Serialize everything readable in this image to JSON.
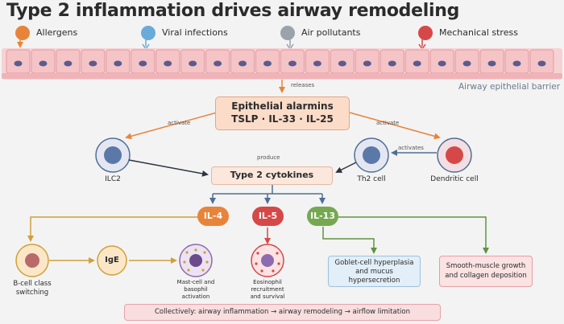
{
  "title": "Type 2 inflammation drives airway remodeling",
  "triggers": [
    {
      "label": "Allergens",
      "color": "#e8843a"
    },
    {
      "label": "Viral infections",
      "color": "#6aaad9"
    },
    {
      "label": "Air pollutants",
      "color": "#9aa3ab"
    },
    {
      "label": "Mechanical stress",
      "color": "#d64848"
    }
  ],
  "barrier": {
    "caption": "Airway epithelial barrier",
    "cell_color": "#f5c4c6",
    "nucleus_color": "#5b5b8f"
  },
  "alarmins": {
    "release_label": "releases",
    "title": "Epithelial alarmins",
    "items": "TSLP · IL-33 · IL-25",
    "activate_left": "activate",
    "activate_right": "activate"
  },
  "cells": {
    "ilc2": "ILC2",
    "th2": "Th2 cell",
    "dendritic": "Dendritic cell",
    "activates_label": "activates",
    "produce_label": "produce"
  },
  "cytokines": {
    "title": "Type 2 cytokines",
    "il4": {
      "label": "IL-4",
      "color": "#e8843a"
    },
    "il5": {
      "label": "IL-5",
      "color": "#d64848"
    },
    "il13": {
      "label": "IL-13",
      "color": "#76a852"
    }
  },
  "effects": {
    "bcell": [
      "B-cell class",
      "switching"
    ],
    "ige": "IgE",
    "mast": [
      "Mast-cell and",
      "basophil",
      "activation"
    ],
    "eosinophil": [
      "Eosinophil",
      "recruitment",
      "and survival"
    ],
    "goblet": [
      "Goblet-cell hyperplasia",
      "and mucus",
      "hypersecretion"
    ],
    "smooth": [
      "Smooth-muscle growth",
      "and collagen deposition"
    ]
  },
  "summary": "Collectively: airway inflammation → airway remodeling → airflow limitation"
}
